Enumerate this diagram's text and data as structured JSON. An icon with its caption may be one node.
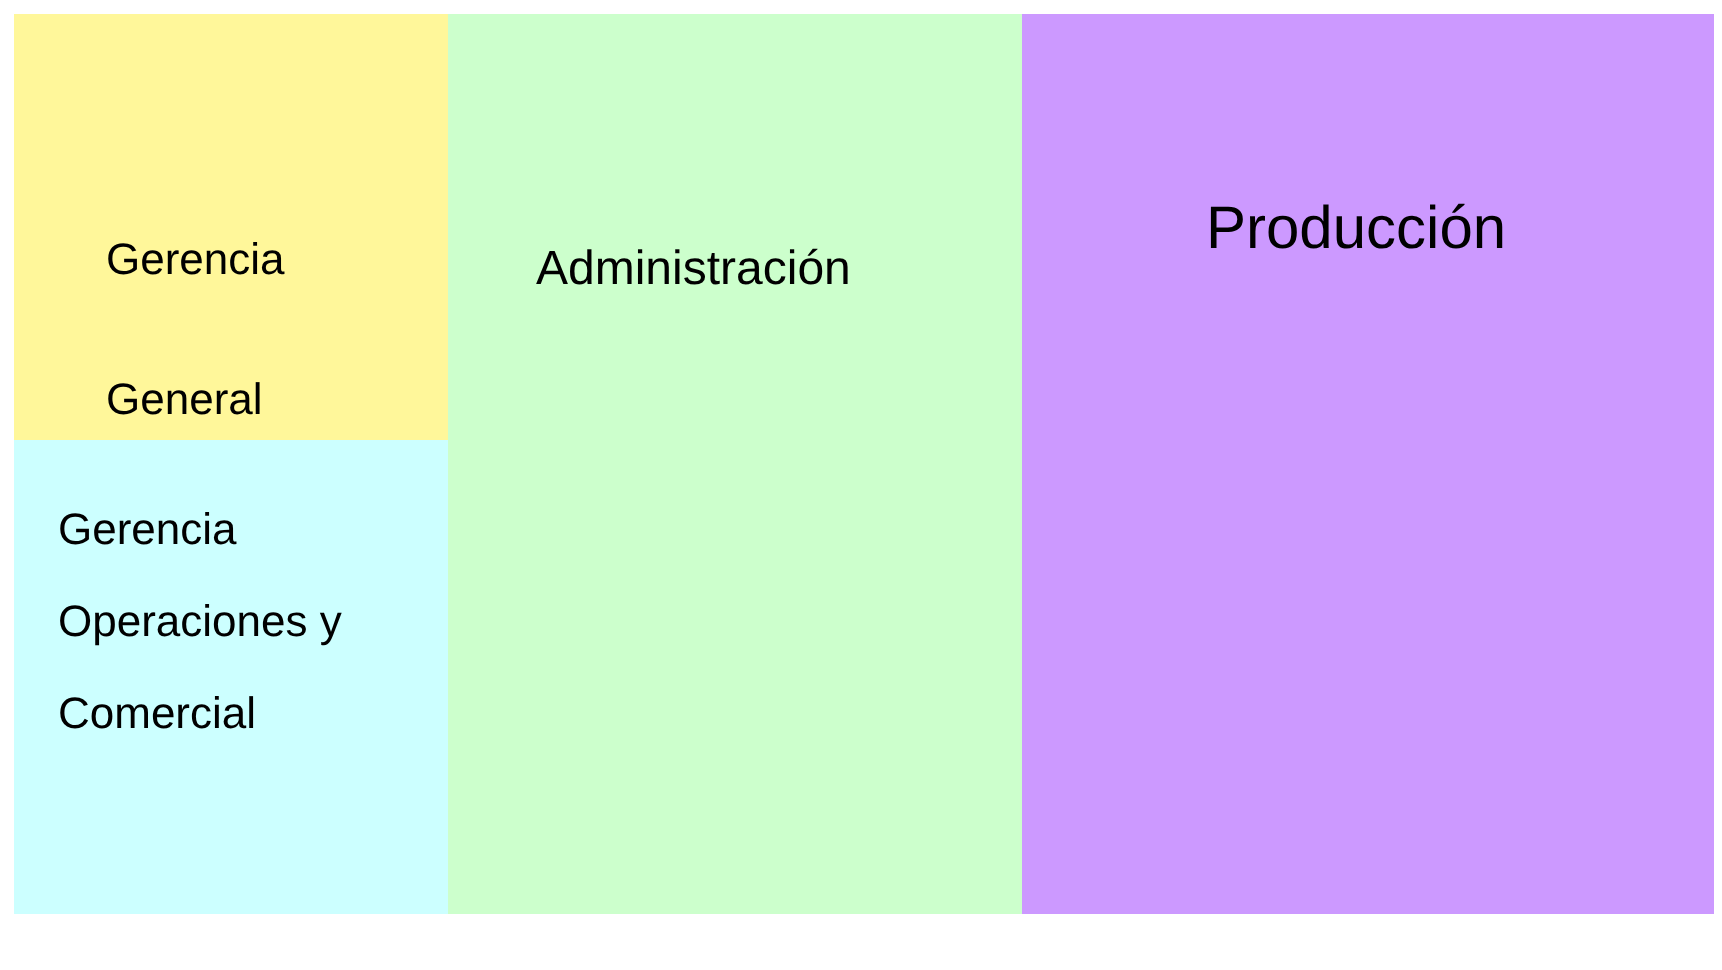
{
  "diagram": {
    "nodes": [
      {
        "text": [
          "Gerencia General"
        ]
      },
      {
        "text": [
          "Gerencia Operaciones y Comercial"
        ]
      },
      {
        "text": [
          "Administración"
        ]
      },
      {
        "text": [
          "Producción"
        ]
      }
    ]
  }
}
